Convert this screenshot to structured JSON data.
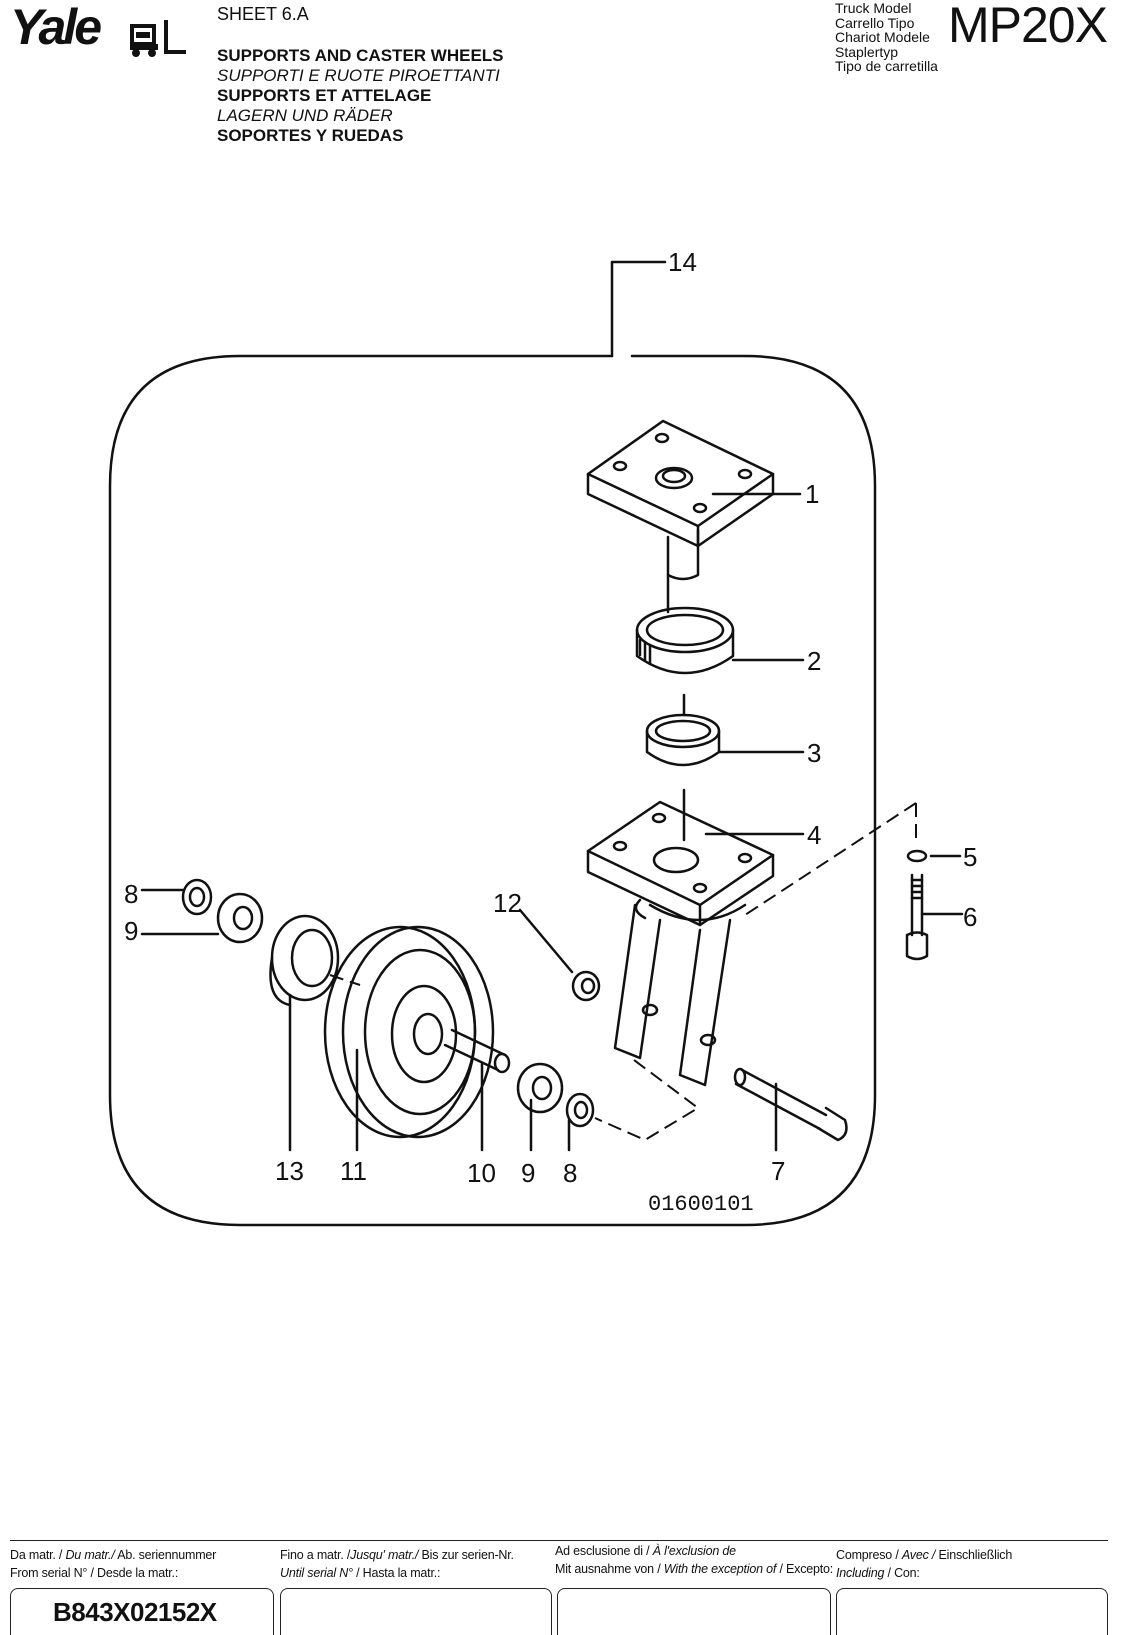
{
  "header": {
    "brand": "Yale",
    "sheet": "SHEET 6.A",
    "title_en": "SUPPORTS AND CASTER WHEELS",
    "title_it": "SUPPORTI E RUOTE  PIROETTANTI",
    "title_fr": "SUPPORTS ET ATTELAGE",
    "title_de": "LAGERN UND RÄDER",
    "title_es": "SOPORTES Y RUEDAS",
    "model_labels": [
      "Truck Model",
      "Carrello Tipo",
      "Chariot Modele",
      "Staplertyp",
      "Tipo de carretilla"
    ],
    "model_code": "MP20X"
  },
  "drawing": {
    "number": "01600101",
    "callouts": [
      "1",
      "2",
      "3",
      "4",
      "5",
      "6",
      "7",
      "8",
      "9",
      "10",
      "11",
      "12",
      "13",
      "14"
    ],
    "callouts_bottom": [
      "13",
      "11",
      "10",
      "9",
      "8",
      "7"
    ],
    "callouts_left": [
      "8",
      "9"
    ]
  },
  "footer": {
    "col1_line1_a": "Da matr. / ",
    "col1_line1_b": "Du matr./",
    "col1_line1_c": " Ab. seriennummer",
    "col1_line2": "From serial N° / Desde la matr.:",
    "col2_line1_a": "Fino a matr. /",
    "col2_line1_b": "Jusqu' matr./",
    "col2_line1_c": " Bis zur serien-Nr.",
    "col2_line2_a": "Until serial N°",
    "col2_line2_b": " / Hasta la matr.:",
    "col3_line1_a": "Ad esclusione di / ",
    "col3_line1_b": "À l'exclusion de",
    "col3_line2_a": "Mit ausnahme von / ",
    "col3_line2_b": "With the exception of",
    "col3_line2_c": " / Excepto:",
    "col4_line1_a": "Compreso / ",
    "col4_line1_b": "Avec /",
    "col4_line1_c": "  Einschließlich",
    "col4_line2_a": "Including",
    "col4_line2_b": " / Con:",
    "from_serial": "B843X02152X",
    "until_serial": "",
    "exception": "",
    "including": ""
  }
}
